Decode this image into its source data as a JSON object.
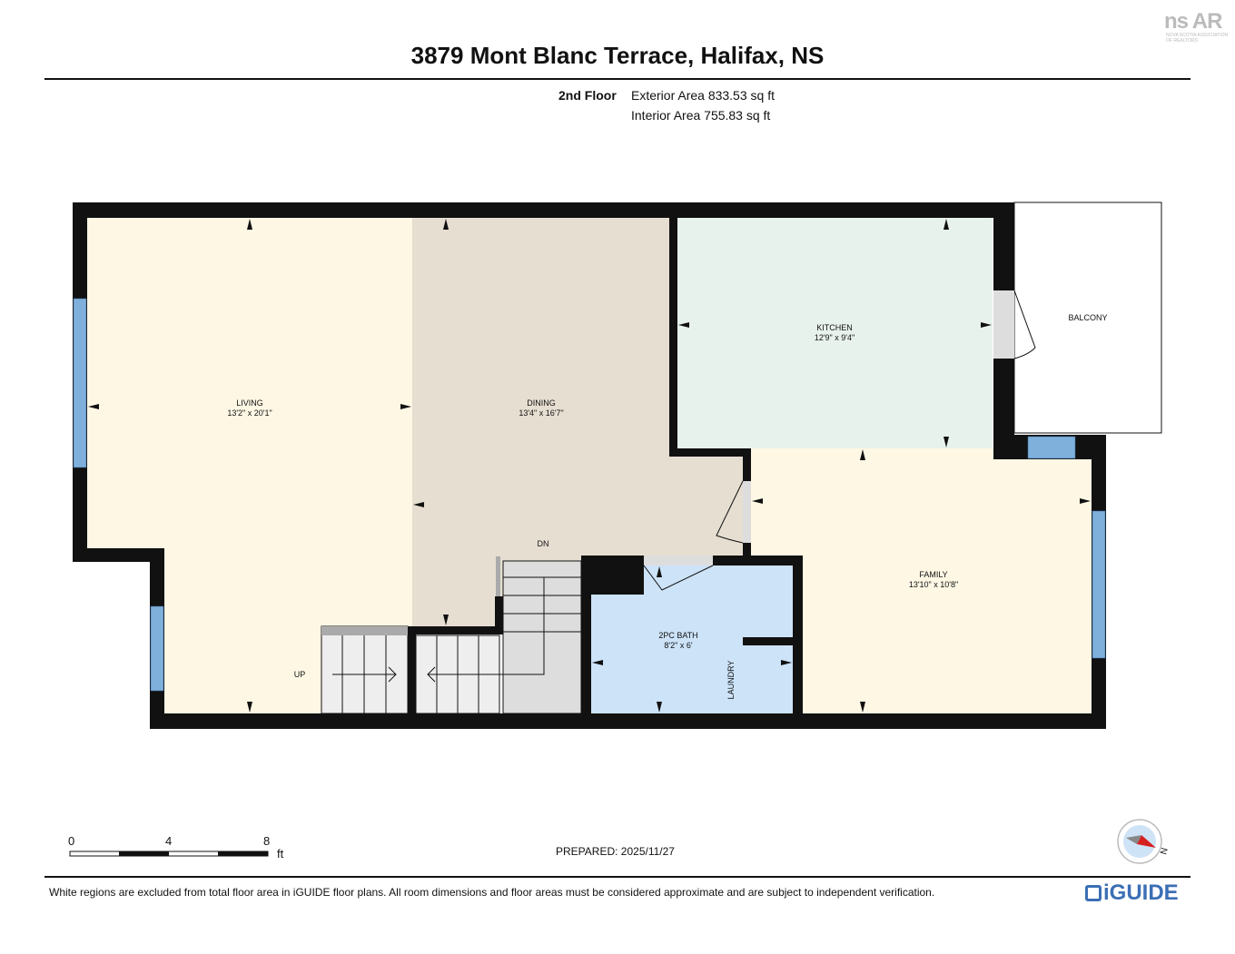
{
  "header": {
    "title": "3879 Mont Blanc Terrace, Halifax, NS",
    "floor": "2nd Floor",
    "exterior_area": "Exterior Area 833.53 sq ft",
    "interior_area": "Interior Area 755.83 sq ft"
  },
  "rooms": {
    "living": {
      "name": "LIVING",
      "dims": "13'2\" x 20'1\""
    },
    "dining": {
      "name": "DINING",
      "dims": "13'4\" x 16'7\""
    },
    "kitchen": {
      "name": "KITCHEN",
      "dims": "12'9\" x 9'4\""
    },
    "balcony": {
      "name": "BALCONY"
    },
    "family": {
      "name": "FAMILY",
      "dims": "13'10\" x 10'8\""
    },
    "bath": {
      "name": "2PC BATH",
      "dims": "8'2\" x 6'"
    },
    "laundry": {
      "name": "LAUNDRY"
    }
  },
  "stairs": {
    "up": "UP",
    "down": "DN"
  },
  "scale": {
    "ticks": [
      "0",
      "4",
      "8"
    ],
    "unit": "ft"
  },
  "compass": {
    "letter": "N"
  },
  "footer": {
    "prepared": "PREPARED: 2025/11/27",
    "disclaimer": "White regions are excluded from total floor area in iGUIDE floor plans. All room dimensions and floor areas must be considered approximate and are subject to independent verification."
  },
  "logos": {
    "nsar": "ns AR",
    "nsar_sub": "NOVA SCOTIA ASSOCIATION OF REALTORS",
    "iguide": "iGUIDE"
  },
  "colors": {
    "wall": "#111111",
    "living": "#fdf7e4",
    "dining": "#e6ded1",
    "kitchen": "#e8f2ec",
    "family": "#fdf7e4",
    "bath": "#cce3f8",
    "stairs": "#dddddd",
    "window": "#7fb0dc",
    "compass_needle": "#d62020",
    "brand": "#3c6fb5"
  }
}
